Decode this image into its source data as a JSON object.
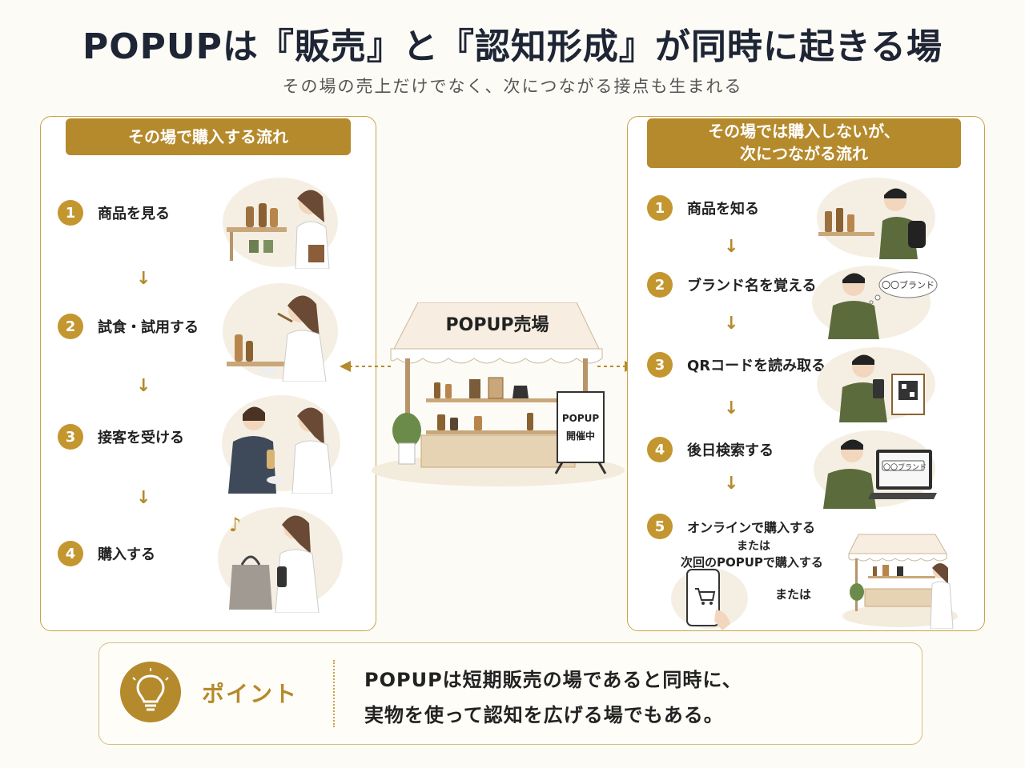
{
  "title": "POPUPは『販売』と『認知形成』が同時に起きる場",
  "subtitle": "その場の売上だけでなく、次につながる接点も生まれる",
  "left_panel": {
    "header": "その場で購入する流れ",
    "steps": [
      {
        "num": "1",
        "label": "商品を見る"
      },
      {
        "num": "2",
        "label": "試食・試用する"
      },
      {
        "num": "3",
        "label": "接客を受ける"
      },
      {
        "num": "4",
        "label": "購入する"
      }
    ],
    "arrow": "↓"
  },
  "right_panel": {
    "header_line1": "その場では購入しないが、",
    "header_line2": "次につながる流れ",
    "steps": [
      {
        "num": "1",
        "label": "商品を知る"
      },
      {
        "num": "2",
        "label": "ブランド名を覚える"
      },
      {
        "num": "3",
        "label": "QRコードを読み取る"
      },
      {
        "num": "4",
        "label": "後日検索する"
      },
      {
        "num": "5",
        "label": "オンラインで購入する"
      }
    ],
    "or_text": "または",
    "step5_line3": "次回のPOPUPで購入する",
    "or_text2": "または",
    "bubble_text": "〇〇ブランド",
    "search_text": "〇〇ブランド"
  },
  "center": {
    "stall_label": "POPUP売場",
    "sign_line1": "POPUP",
    "sign_line2": "開催中"
  },
  "point": {
    "label": "ポイント",
    "line1": "POPUPは短期販売の場であると同時に、",
    "line2": "実物を使って認知を広げる場でもある。"
  },
  "colors": {
    "accent": "#b48a2c",
    "title": "#1e2535"
  },
  "icons": [
    "lightbulb-icon",
    "arrow-down-icon",
    "dotted-arrow-icon"
  ]
}
